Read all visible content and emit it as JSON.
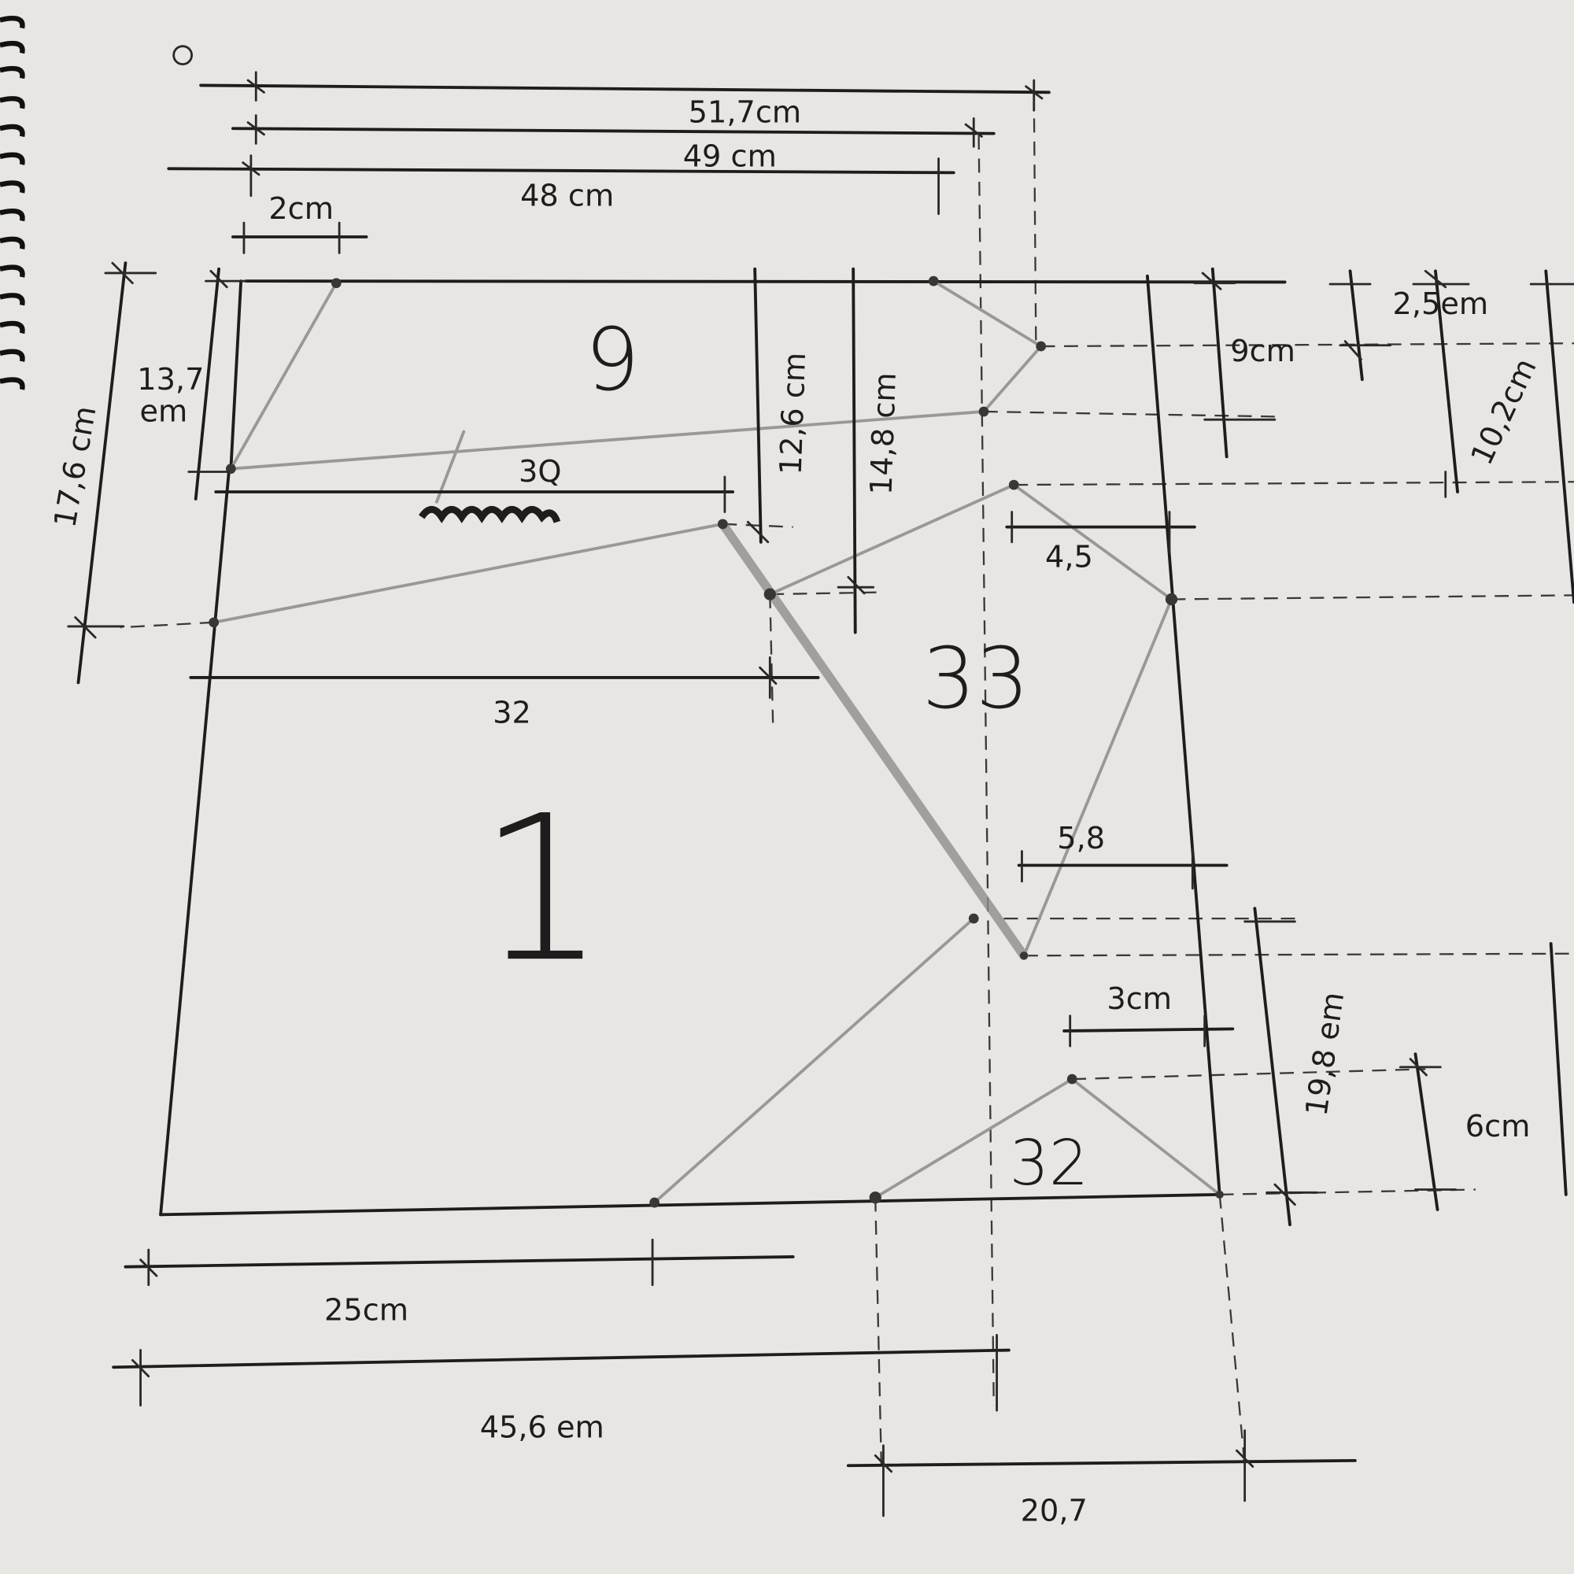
{
  "sheet_marker": "circle-mark",
  "pieces": {
    "piece_9": "9",
    "piece_33": "33",
    "piece_1": "1",
    "piece_32": "32"
  },
  "dimensions": {
    "top_51_7": "51,7cm",
    "top_49": "49 cm",
    "top_48": "48 cm",
    "top_2": "2cm",
    "left_17_6": "17,6 cm",
    "left_13_7_a": "13,7",
    "left_13_7_b": "em",
    "mid_30": "3Q",
    "mid_32": "32",
    "v_12_6": "12,6 cm",
    "v_14_8": "14,8 cm",
    "h_4_5": "4,5",
    "v_9": "9cm",
    "v_2_5": "2,5em",
    "v_10_2": "10,2cm",
    "h_5_8": "5,8",
    "h_3": "3cm",
    "v_19_8": "19,8 em",
    "v_6": "6cm",
    "bottom_25": "25cm",
    "bottom_45_6": "45,6 em",
    "bottom_20_7": "20,7"
  },
  "colors": {
    "paper": "#e8e6e3",
    "ink": "#1e1c1c",
    "pencil": "#9a9896"
  }
}
